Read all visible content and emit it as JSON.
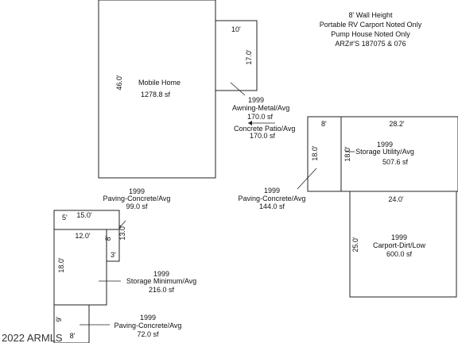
{
  "notes": [
    "8' Wall Height",
    "Portable RV Carport Noted Only",
    "Pump House Noted Only",
    "ARZ#'S 187075 & 076"
  ],
  "mobile_home": {
    "name": "Mobile Home",
    "area": "1278.8 sf",
    "height_dim": "46.0'"
  },
  "awning": {
    "year": "1999",
    "name": "Awning-Metal/Avg",
    "area": "170.0 sf",
    "width_dim": "10'",
    "height_dim": "17.0'"
  },
  "patio": {
    "name": "Concrete Patio/Avg",
    "area": "170.0 sf"
  },
  "paving_right": {
    "year": "1999",
    "name": "Paving-Concrete/Avg",
    "area": "144.0 sf",
    "width_dim": "8'",
    "height_dim": "18.0'"
  },
  "storage_utility": {
    "year": "1999",
    "name": "Storage Utility/Avg",
    "area": "507.6 sf",
    "width_dim": "28.2'",
    "height_dim": "18.0'"
  },
  "carport": {
    "year": "1999",
    "name": "Carport-Dirt/Low",
    "area": "600.0 sf",
    "width_dim": "24.0'",
    "height_dim": "25.0'"
  },
  "paving_top_left": {
    "year": "1999",
    "name": "Paving-Concrete/Avg",
    "area": "99.0 sf",
    "dim_a": "5'",
    "dim_b": "15.0'",
    "dim_c": "8'",
    "dim_d": "13.0'",
    "dim_e": "3'"
  },
  "storage_min": {
    "year": "1999",
    "name": "Storage Minimum/Avg",
    "area": "216.0 sf",
    "width_dim": "12.0'",
    "height_dim": "18.0'"
  },
  "paving_bottom": {
    "year": "1999",
    "name": "Paving-Concrete/Avg",
    "area": "72.0 sf",
    "width_dim": "8'",
    "height_dim": "9'"
  },
  "watermark": "2022 ARMLS"
}
